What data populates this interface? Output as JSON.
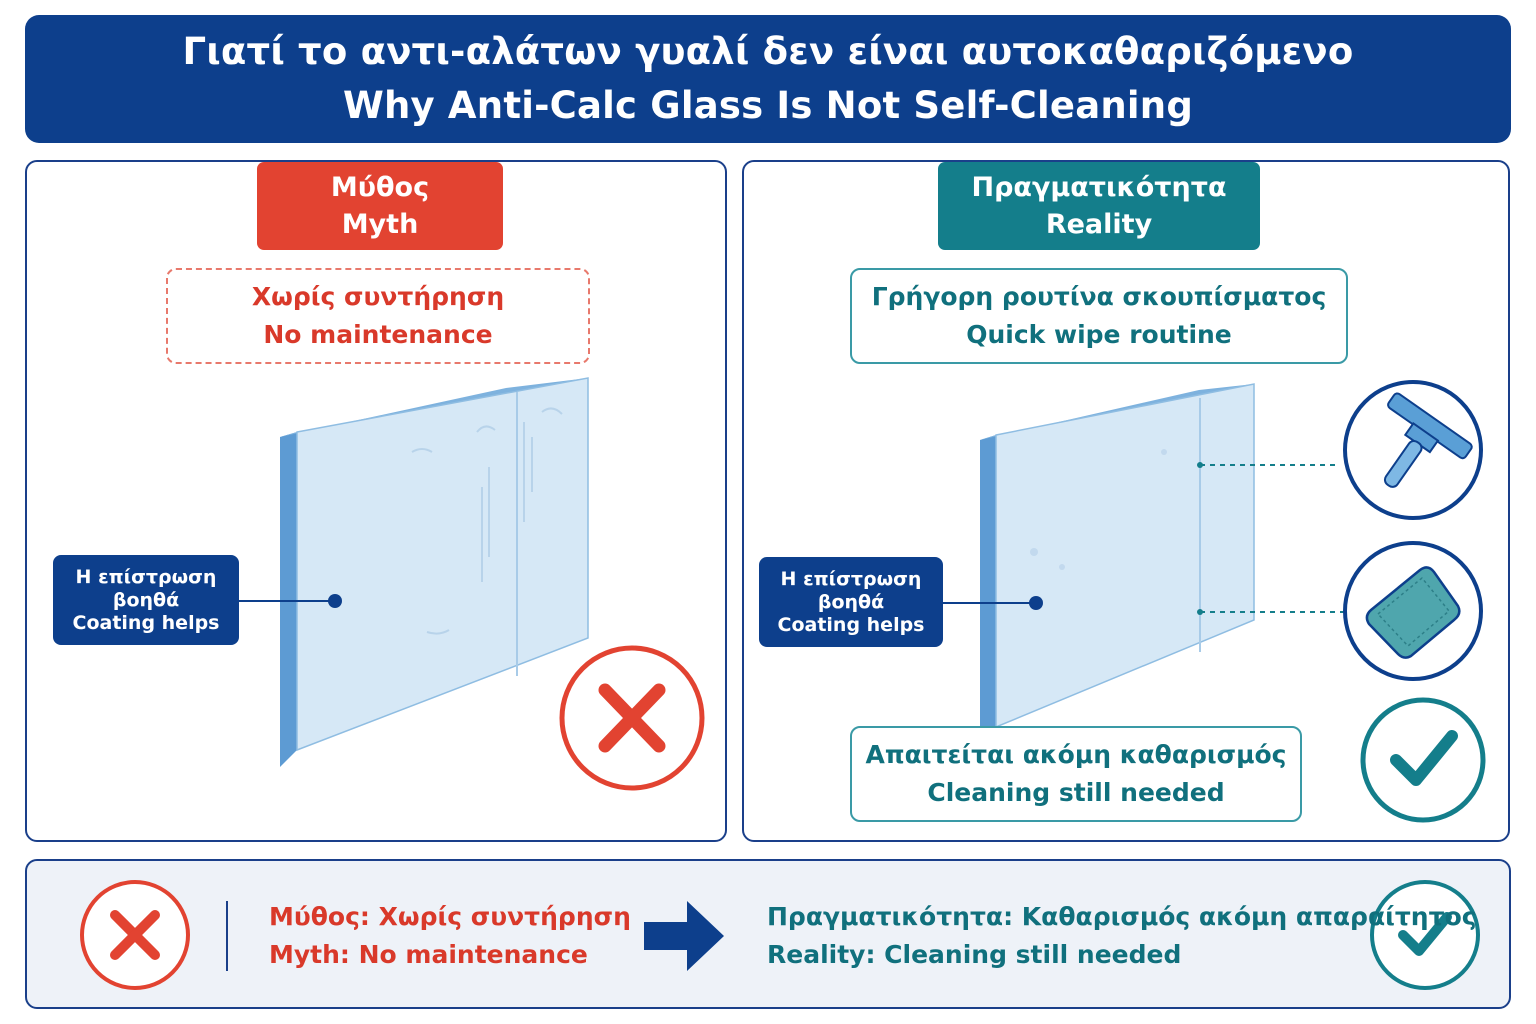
{
  "title": {
    "line_el": "Γιατί το αντι-αλάτων γυαλί δεν είναι αυτοκαθαριζόμενο",
    "line_en": "Why Anti-Calc Glass Is Not Self-Cleaning"
  },
  "myth_panel": {
    "tag_el": "Μύθος",
    "tag_en": "Myth",
    "claim_el": "Χωρίς συντήρηση",
    "claim_en": "No maintenance",
    "callout_el_1": "Η επίστρωση",
    "callout_el_2": "βοηθά",
    "callout_en": "Coating helps",
    "status_icon": "cross-icon"
  },
  "reality_panel": {
    "tag_el": "Πραγματικότητα",
    "tag_en": "Reality",
    "routine_el": "Γρήγορη ρουτίνα σκουπίσματος",
    "routine_en": "Quick wipe routine",
    "needed_el": "Απαιτείται ακόμη καθαρισμός",
    "needed_en": "Cleaning still needed",
    "callout_el_1": "Η επίστρωση",
    "callout_el_2": "βοηθά",
    "callout_en": "Coating helps",
    "tool_icons": [
      "squeegee-icon",
      "cloth-icon"
    ],
    "status_icon": "check-icon"
  },
  "summary": {
    "myth_el": "Μύθος: Χωρίς συντήρηση",
    "myth_en": "Myth: No maintenance",
    "reality_el": "Πραγματικότητα: Καθαρισμός ακόμη απαραίτητος",
    "reality_en": "Reality: Cleaning still needed"
  },
  "colors": {
    "navy": "#0d3f8c",
    "myth_red": "#e24331",
    "reality_teal": "#147e8b",
    "glass_face": "#d6e8f6",
    "glass_edge": "#5d9bd3"
  }
}
